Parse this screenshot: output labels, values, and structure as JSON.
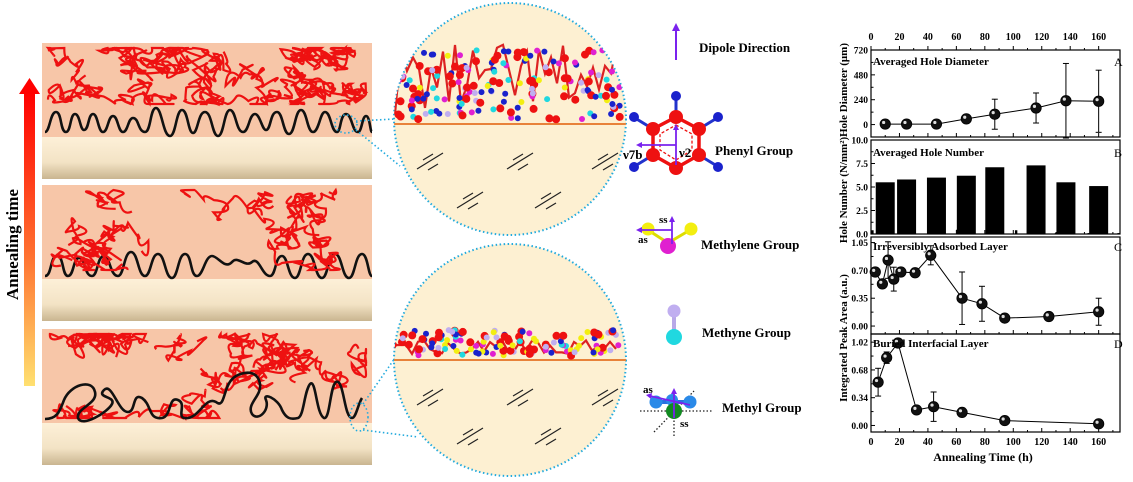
{
  "schematic": {
    "arrow_label": "Annealing time",
    "legend": {
      "dipole": "Dipole Direction",
      "phenyl": "Phenyl Group",
      "phenyl_modes": [
        "ν7b",
        "ν2"
      ],
      "methylene": "Methylene Group",
      "methylene_modes": [
        "ss",
        "as"
      ],
      "methyne": "Methyne Group",
      "methyl": "Methyl Group",
      "methyl_modes": [
        "as",
        "ss"
      ]
    },
    "colors": {
      "film": "#f7c6a8",
      "substrate": "#fbecd2",
      "chain_red": "#ee1111",
      "chain_black": "#111111",
      "zoom_border": "#22aadd",
      "interface_line": "#e8823a",
      "arrow_top": "#ff0000",
      "arrow_bottom": "#ffd870"
    }
  },
  "chart_data": [
    {
      "type": "scatter",
      "panel_label": "A",
      "title": "Averaged Hole Diameter",
      "ylabel": "Hole Diameter (μm)",
      "xlabel": "",
      "top_axis_ticks": [
        "0",
        "20",
        "40",
        "60",
        "80",
        "100",
        "120",
        "140",
        "160"
      ],
      "yticks": [
        "0",
        "240",
        "480",
        "720"
      ],
      "ylim": [
        -120,
        720
      ],
      "xlim": [
        0,
        175
      ],
      "x": [
        10,
        25,
        46,
        67,
        87,
        116,
        137,
        160
      ],
      "y": [
        5,
        5,
        5,
        55,
        100,
        160,
        230,
        225
      ],
      "yerr": [
        0,
        0,
        0,
        25,
        145,
        145,
        360,
        300
      ]
    },
    {
      "type": "bar",
      "panel_label": "B",
      "title": "Averaged Hole Number",
      "ylabel": "Hole Number (N/mm²)",
      "yticks": [
        "0.0",
        "2.5",
        "5.0",
        "7.5",
        "10.0"
      ],
      "ylim": [
        0,
        10
      ],
      "xlim": [
        0,
        175
      ],
      "x": [
        10,
        25,
        46,
        67,
        87,
        116,
        137,
        160
      ],
      "values": [
        5.5,
        5.8,
        6.0,
        6.2,
        7.1,
        7.3,
        5.5,
        5.1
      ],
      "minor_bars": [
        {
          "x": 1,
          "value": 0.4
        },
        {
          "x": 61,
          "value": 0.5
        },
        {
          "x": 82,
          "value": 0.5
        },
        {
          "x": 102,
          "value": 0.4
        },
        {
          "x": 130,
          "value": 0.1
        },
        {
          "x": 153,
          "value": 0.1
        },
        {
          "x": 174,
          "value": 0.1
        }
      ]
    },
    {
      "type": "scatter",
      "panel_label": "C",
      "title": "Irreversibly Adsorbed Layer",
      "ylabel": "Integrated Peak Area (a.u.)",
      "yticks": [
        "0.00",
        "0.35",
        "0.70",
        "1.05"
      ],
      "ylim": [
        -0.1,
        1.12
      ],
      "xlim": [
        0,
        175
      ],
      "x": [
        3,
        8,
        12,
        16,
        21,
        31,
        42,
        64,
        78,
        94,
        125,
        160
      ],
      "y": [
        0.68,
        0.53,
        0.83,
        0.59,
        0.68,
        0.67,
        0.89,
        0.35,
        0.28,
        0.1,
        0.12,
        0.18
      ],
      "yerr": [
        0,
        0,
        0.23,
        0.15,
        0,
        0,
        0.12,
        0.33,
        0.22,
        0,
        0,
        0.17
      ]
    },
    {
      "type": "scatter",
      "panel_label": "D",
      "title": "Buried Interfacial Layer",
      "ylabel": "",
      "xlabel": "Annealing Time (h)",
      "xticks": [
        "0",
        "20",
        "40",
        "60",
        "80",
        "100",
        "120",
        "140",
        "160"
      ],
      "yticks": [
        "0.00",
        "0.34",
        "0.68",
        "1.02"
      ],
      "ylim": [
        -0.08,
        1.12
      ],
      "xlim": [
        0,
        175
      ],
      "x": [
        5,
        11,
        19,
        32,
        44,
        64,
        94,
        160
      ],
      "y": [
        0.53,
        0.83,
        1.01,
        0.19,
        0.23,
        0.16,
        0.06,
        0.02
      ],
      "yerr": [
        0.17,
        0.07,
        0,
        0,
        0.18,
        0,
        0,
        0
      ]
    }
  ]
}
